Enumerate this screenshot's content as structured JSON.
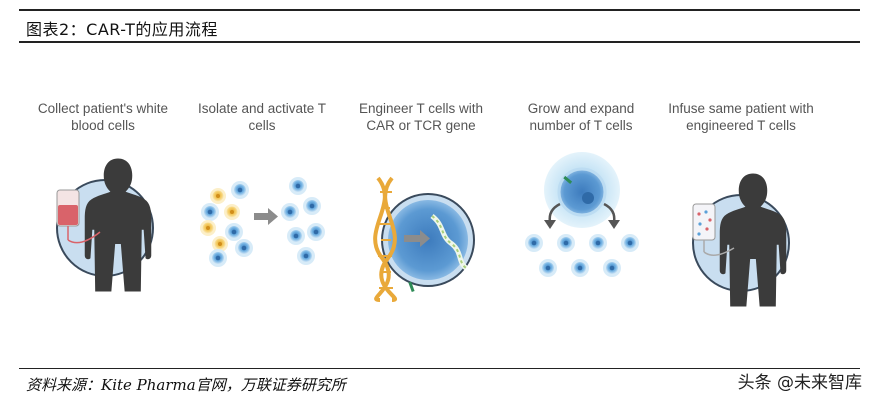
{
  "header": {
    "title": "图表2：CAR-T的应用流程"
  },
  "steps": [
    {
      "label": "Collect patient's white blood cells"
    },
    {
      "label": "Isolate and activate T cells"
    },
    {
      "label": "Engineer T cells with CAR or TCR gene"
    },
    {
      "label": "Grow and expand number of T cells"
    },
    {
      "label": "Infuse same patient with engineered T cells"
    }
  ],
  "footer": {
    "source": "资料来源：Kite Pharma官网，万联证券研究所",
    "watermark": "头条 @未来智库"
  },
  "colors": {
    "circle_fill": "#c9def0",
    "circle_border": "#3a4a5c",
    "silhouette": "#3b3b3b",
    "blood_bag": "#d9636a",
    "dna_gold": "#e9a93a",
    "cell_blue": "#5aa0d8",
    "cell_gold": "#f2c24a",
    "arrow_gray": "#8c8c8c"
  }
}
